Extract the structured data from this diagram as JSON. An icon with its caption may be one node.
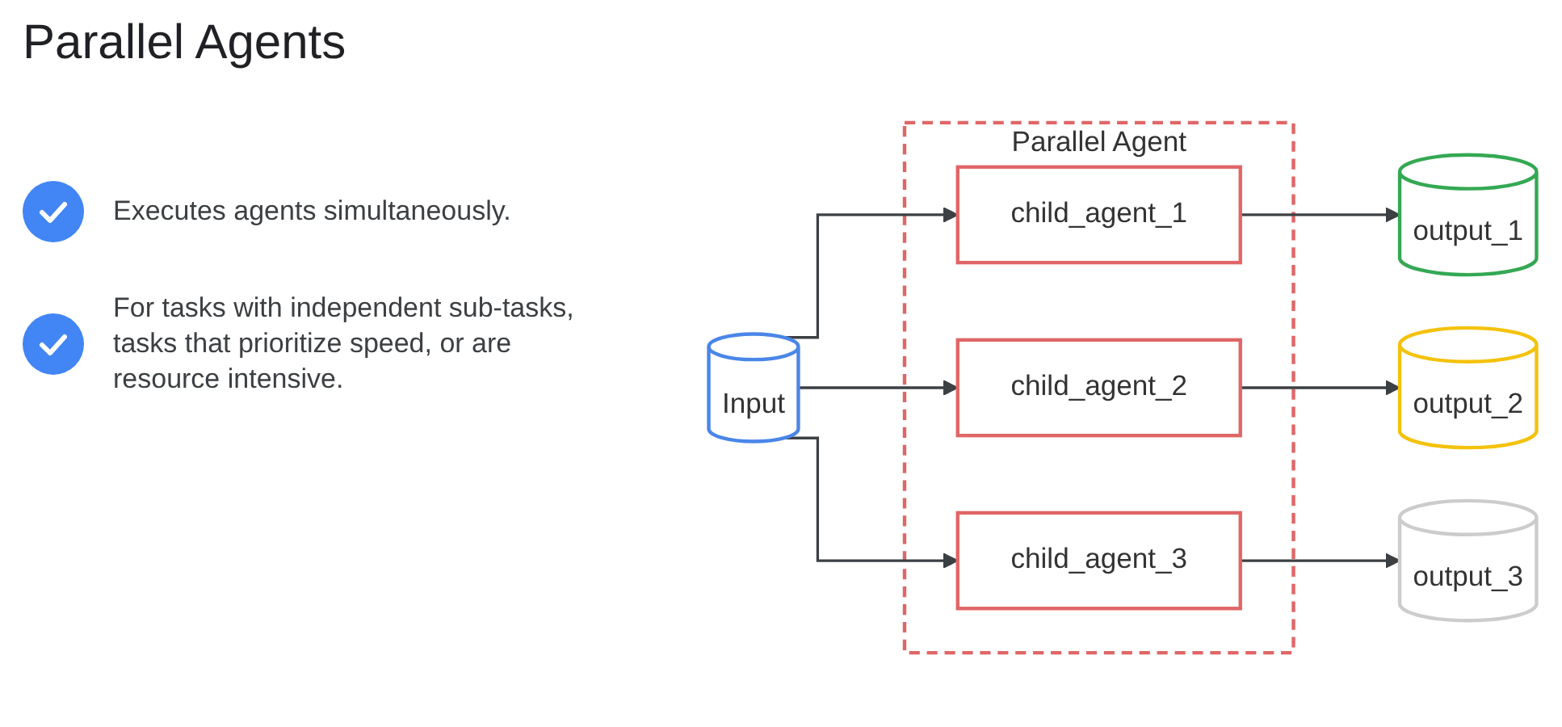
{
  "diagram": {
    "title": "Parallel Agents",
    "nodes": [
      {
        "text": [
          "Input"
        ]
      },
      {
        "text": [
          "Parallel Agent"
        ]
      },
      {
        "text": [
          "child_agent_1"
        ],
        "in": 1
      },
      {
        "text": [
          "child_agent_2"
        ],
        "in": 1
      },
      {
        "text": [
          "child_agent_3"
        ],
        "in": 1
      },
      {
        "text": [
          "output_1"
        ]
      },
      {
        "text": [
          "output_2"
        ]
      },
      {
        "text": [
          "output_3"
        ]
      }
    ],
    "edges": [
      {
        "from": 0,
        "to": 2,
        "arrow": "to"
      },
      {
        "from": 0,
        "to": 3,
        "arrow": "to"
      },
      {
        "from": 0,
        "to": 4,
        "arrow": "to"
      },
      {
        "from": 2,
        "to": 5,
        "arrow": "to"
      },
      {
        "from": 3,
        "to": 6,
        "arrow": "to"
      },
      {
        "from": 4,
        "to": 7,
        "arrow": "to"
      }
    ],
    "labels": [
      "Executes agents simultaneously.",
      "For tasks with independent sub-tasks, tasks that prioritize speed, or are resource intensive."
    ]
  }
}
